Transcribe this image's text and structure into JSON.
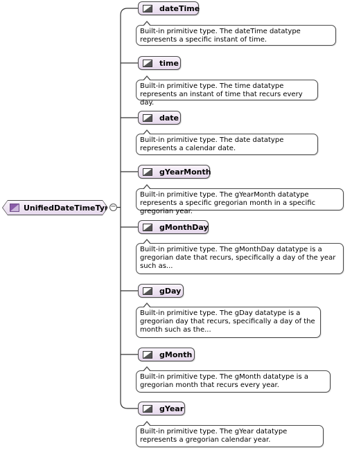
{
  "root": {
    "name": "UnifiedDateTimeType"
  },
  "children": [
    {
      "name": "dateTime",
      "doc": "Built-in primitive type. The dateTime datatype represents a specific instant of time."
    },
    {
      "name": "time",
      "doc": "Built-in primitive type. The time datatype represents an instant of time that recurs every day."
    },
    {
      "name": "date",
      "doc": "Built-in primitive type. The date datatype represents a calendar date."
    },
    {
      "name": "gYearMonth",
      "doc": "Built-in primitive type. The gYearMonth datatype represents a specific gregorian month in a specific gregorian year."
    },
    {
      "name": "gMonthDay",
      "doc": "Built-in primitive type. The gMonthDay datatype is a gregorian date that recurs, specifically a day of the year such as..."
    },
    {
      "name": "gDay",
      "doc": "Built-in primitive type. The gDay datatype is a gregorian day that recurs, specifically a day of the month such as the..."
    },
    {
      "name": "gMonth",
      "doc": "Built-in primitive type. The gMonth datatype is a gregorian month that recurs every year."
    },
    {
      "name": "gYear",
      "doc": "Built-in primitive type. The gYear datatype represents a gregorian calendar year."
    }
  ],
  "colors": {
    "node_fill": "#ece2f1",
    "root_icon": "#8a5aa8",
    "wire": "#333333"
  }
}
